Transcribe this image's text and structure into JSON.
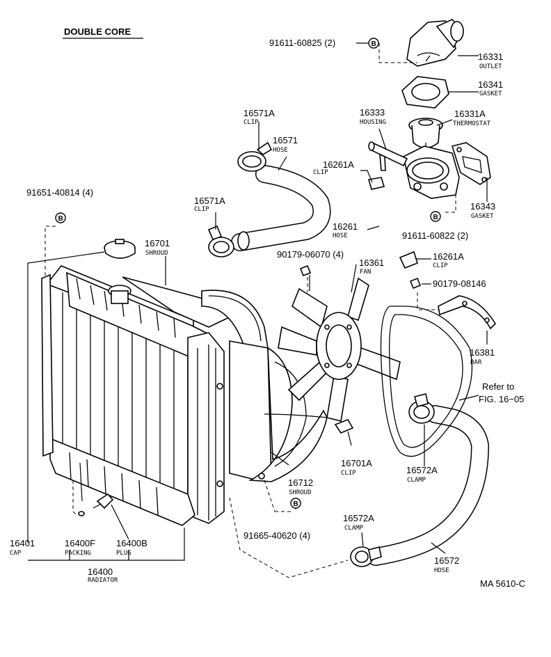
{
  "diagram": {
    "title": "DOUBLE CORE",
    "figure_code": "MA 5610-C",
    "refer_note": [
      "Refer to",
      "FIG. 16−05"
    ],
    "bolt_marker": "B",
    "labels": [
      {
        "id": "16331",
        "part": "16331",
        "name": "OUTLET"
      },
      {
        "id": "16341",
        "part": "16341",
        "name": "GASKET"
      },
      {
        "id": "16333",
        "part": "16333",
        "name": "HOUSING"
      },
      {
        "id": "16331A",
        "part": "16331A",
        "name": "THERMOSTAT"
      },
      {
        "id": "16261A-1",
        "part": "16261A",
        "name": "CLIP"
      },
      {
        "id": "16343",
        "part": "16343",
        "name": "GASKET"
      },
      {
        "id": "16261",
        "part": "16261",
        "name": "HOSE"
      },
      {
        "id": "16261A-2",
        "part": "16261A",
        "name": "CLIP"
      },
      {
        "id": "16571A-1",
        "part": "16571A",
        "name": "CLIP"
      },
      {
        "id": "16571",
        "part": "16571",
        "name": "HOSE"
      },
      {
        "id": "16571A-2",
        "part": "16571A",
        "name": "CLIP"
      },
      {
        "id": "16701",
        "part": "16701",
        "name": "SHROUD"
      },
      {
        "id": "16361",
        "part": "16361",
        "name": "FAN"
      },
      {
        "id": "16381",
        "part": "16381",
        "name": "BAR"
      },
      {
        "id": "16701A",
        "part": "16701A",
        "name": "CLIP"
      },
      {
        "id": "16572A-1",
        "part": "16572A",
        "name": "CLAMP"
      },
      {
        "id": "16712",
        "part": "16712",
        "name": "SHROUD"
      },
      {
        "id": "16572A-2",
        "part": "16572A",
        "name": "CLAMP"
      },
      {
        "id": "16572",
        "part": "16572",
        "name": "HOSE"
      },
      {
        "id": "16401",
        "part": "16401",
        "name": "CAP"
      },
      {
        "id": "16400F",
        "part": "16400F",
        "name": "PACKING"
      },
      {
        "id": "16400B",
        "part": "16400B",
        "name": "PLUG"
      },
      {
        "id": "16400",
        "part": "16400",
        "name": "RADIATOR"
      }
    ],
    "bolts": [
      {
        "id": "b1",
        "text": "91611-60825 (2)"
      },
      {
        "id": "b2",
        "text": "91611-60822 (2)"
      },
      {
        "id": "b3",
        "text": "91651-40814 (4)"
      },
      {
        "id": "b4",
        "text": "90179-06070 (4)"
      },
      {
        "id": "b5",
        "text": "90179-08146"
      },
      {
        "id": "b6",
        "text": "91665-40620 (4)"
      }
    ]
  }
}
